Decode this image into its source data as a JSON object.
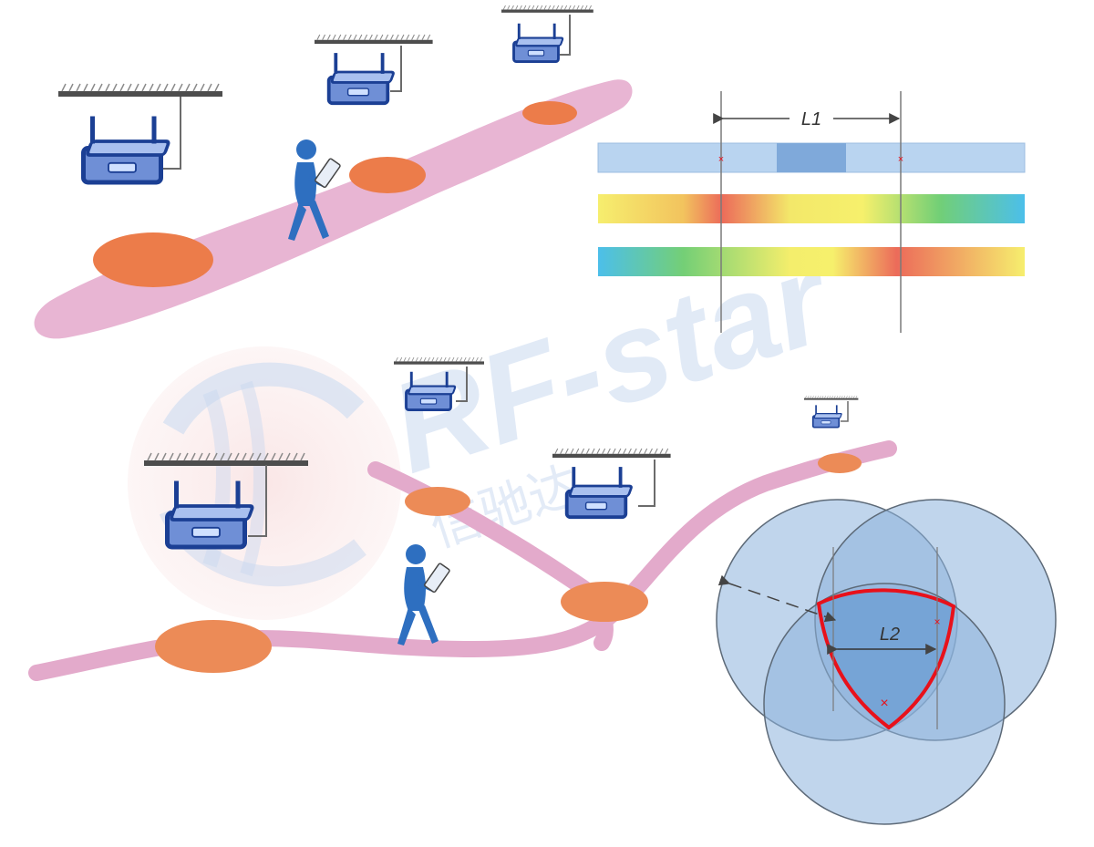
{
  "diagram": {
    "labels": {
      "distance_top": "L1",
      "distance_bottom": "L2"
    },
    "watermark": {
      "brand": "RF-star",
      "chinese": "信驰达"
    },
    "colors": {
      "corridor": "#e8b4d2",
      "zone": "#ec7f4e",
      "router": "#1b4aa3",
      "person": "#2b6fc0",
      "circle_fill": "#8fb3dc",
      "intersection_outline": "#e8111b",
      "ceiling_mount": "#555555"
    },
    "icons": [
      "router-icon",
      "walking-person-icon",
      "ceiling-mount-icon",
      "watermark-logo"
    ],
    "signal_bars": [
      {
        "gradient": [
          "#b8d3ef",
          "#b8d3ef"
        ]
      },
      {
        "gradient": [
          "#f4ef6a",
          "#f2c958",
          "#ec6a5a",
          "#f4ef6a",
          "#f7f26a",
          "#6fcf78",
          "#4dc1ea"
        ]
      },
      {
        "gradient": [
          "#4dc1ea",
          "#6fcf78",
          "#f4ef6a",
          "#f7f26a",
          "#ec6a5a",
          "#f4ef6a"
        ]
      }
    ]
  }
}
